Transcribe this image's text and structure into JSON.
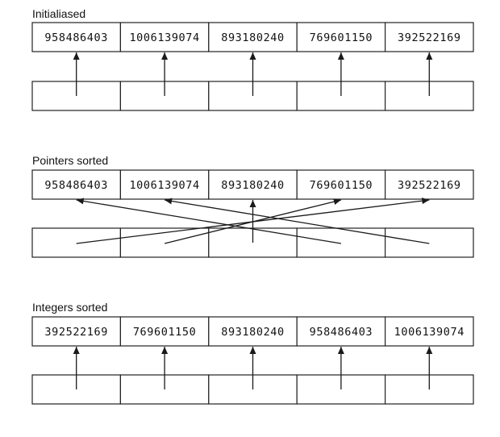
{
  "sections": [
    {
      "title": "Initialiased",
      "values": [
        "958486403",
        "1006139074",
        "893180240",
        "769601150",
        "392522169"
      ],
      "pointers": [
        0,
        1,
        2,
        3,
        4
      ]
    },
    {
      "title": "Pointers sorted",
      "values": [
        "958486403",
        "1006139074",
        "893180240",
        "769601150",
        "392522169"
      ],
      "pointers": [
        4,
        3,
        2,
        0,
        1
      ]
    },
    {
      "title": "Integers sorted",
      "values": [
        "392522169",
        "769601150",
        "893180240",
        "958486403",
        "1006139074"
      ],
      "pointers": [
        0,
        1,
        2,
        3,
        4
      ]
    }
  ]
}
